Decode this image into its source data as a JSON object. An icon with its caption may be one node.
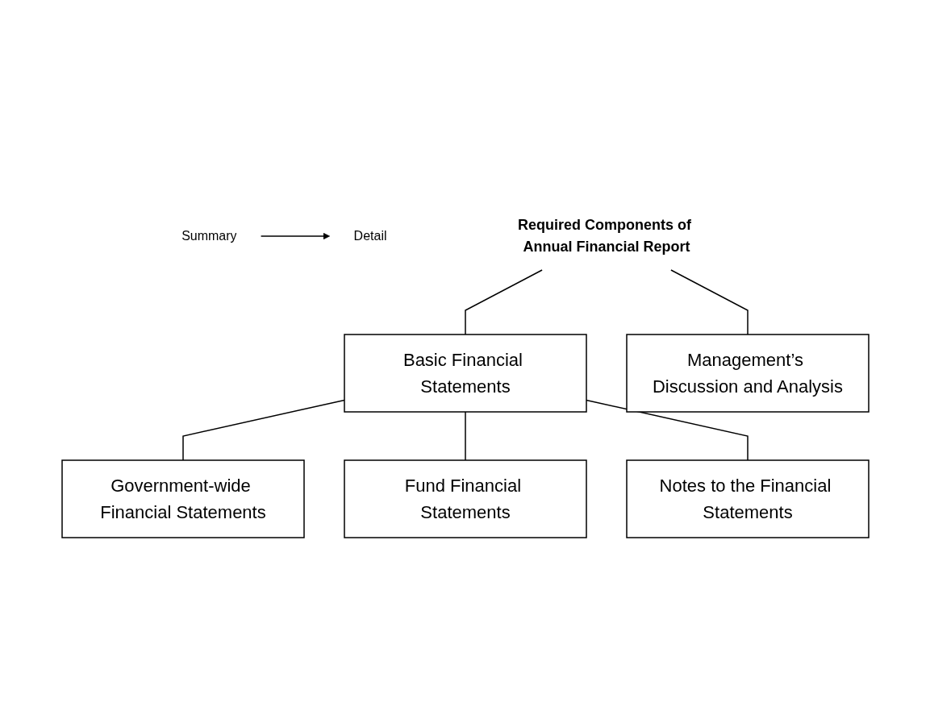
{
  "diagram": {
    "nodes": [
      {
        "text": [
          "Required Components of Annual Financial Report"
        ]
      },
      {
        "text": [
          "Management’s Discussion and Analysis"
        ]
      },
      {
        "text": [
          "Basic Financial Statements"
        ]
      },
      {
        "text": [
          "Government-wide Financial Statements"
        ]
      },
      {
        "text": [
          "Fund Financial Statements"
        ]
      },
      {
        "text": [
          "Notes to the Financial Statements"
        ]
      },
      {
        "text": [
          "Summary"
        ]
      },
      {
        "text": [
          "Detail"
        ]
      }
    ],
    "edges": [
      {
        "from": 0,
        "to": 1,
        "arrow": "none"
      },
      {
        "from": 0,
        "to": 2,
        "arrow": "none"
      },
      {
        "from": 2,
        "to": 3,
        "arrow": "none"
      },
      {
        "from": 2,
        "to": 4,
        "arrow": "none"
      },
      {
        "from": 2,
        "to": 5,
        "arrow": "none"
      },
      {
        "from": 6,
        "to": 7,
        "arrow": "to"
      }
    ]
  }
}
